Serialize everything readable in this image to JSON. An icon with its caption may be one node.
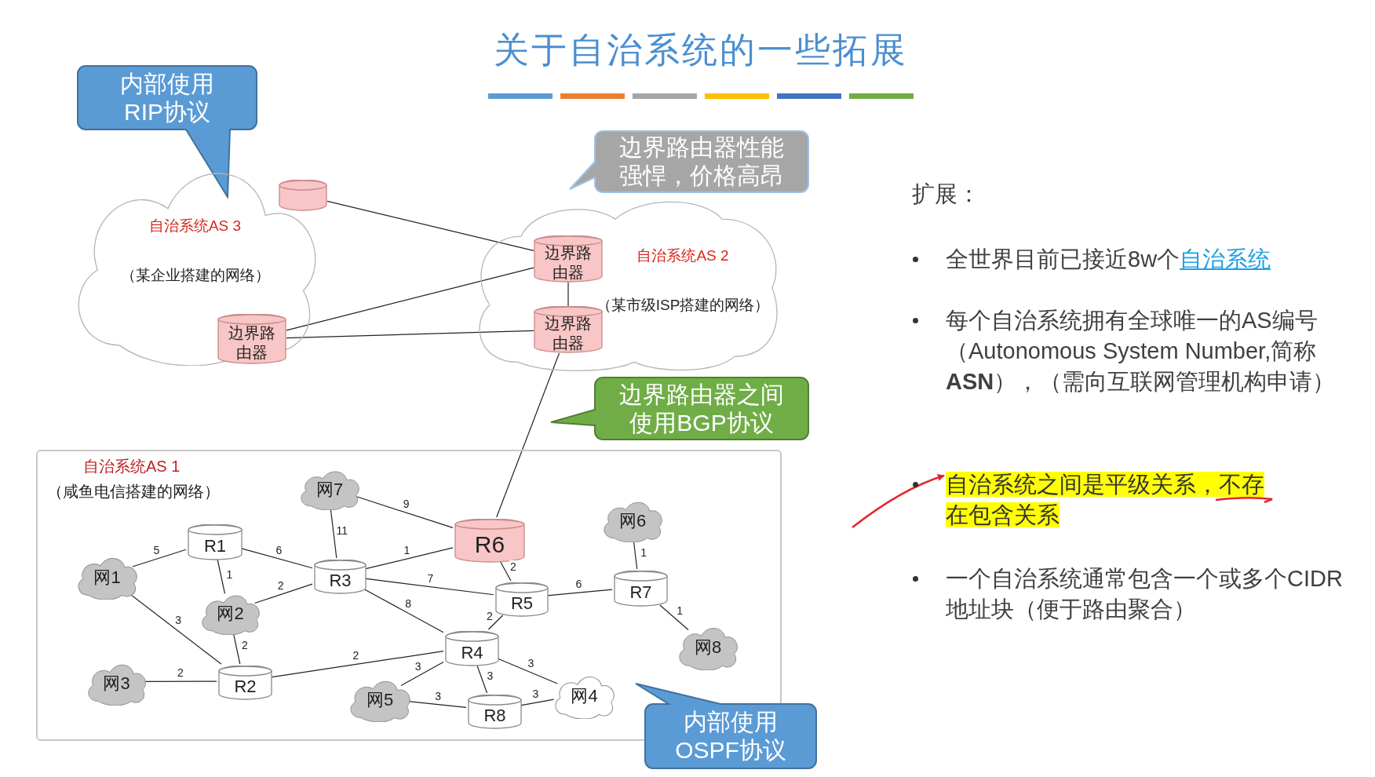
{
  "diagram": {
    "title": "关于自治系统的一些拓展",
    "nodes": [
      {
        "text": [
          "内部使用RIP协议"
        ]
      },
      {
        "text": [
          "自治系统AS 3",
          "（某企业搭建的网络）"
        ]
      },
      {
        "text": [],
        "shape": "cylinder",
        "in": 1
      },
      {
        "text": [
          "边界路由器"
        ],
        "in": 1
      },
      {
        "text": [
          "边界路由器性能强悍，价格高昂"
        ]
      },
      {
        "text": [
          "自治系统AS 2",
          "（某市级ISP搭建的网络）"
        ]
      },
      {
        "text": [
          "边界路由器"
        ],
        "in": 5
      },
      {
        "text": [
          "边界路由器"
        ],
        "in": 5
      },
      {
        "text": [
          "边界路由器之间使用BGP协议"
        ]
      },
      {
        "text": [
          "自治系统AS 1",
          "（咸鱼电信搭建的网络）"
        ]
      },
      {
        "text": [
          "网7"
        ],
        "in": 9
      },
      {
        "text": [
          "R6"
        ],
        "in": 9
      },
      {
        "text": [
          "网6"
        ],
        "in": 9
      },
      {
        "text": [
          "R1"
        ],
        "in": 9
      },
      {
        "text": [
          "网1"
        ],
        "in": 9
      },
      {
        "text": [
          "R3"
        ],
        "in": 9
      },
      {
        "text": [
          "R5"
        ],
        "in": 9
      },
      {
        "text": [
          "R7"
        ],
        "in": 9
      },
      {
        "text": [
          "网2"
        ],
        "in": 9
      },
      {
        "text": [
          "R4"
        ],
        "in": 9
      },
      {
        "text": [
          "网8"
        ],
        "in": 9
      },
      {
        "text": [
          "R2"
        ],
        "in": 9
      },
      {
        "text": [
          "网3"
        ],
        "in": 9
      },
      {
        "text": [
          "网5"
        ],
        "in": 9
      },
      {
        "text": [
          "网4"
        ],
        "in": 9
      },
      {
        "text": [
          "R8"
        ],
        "in": 9
      },
      {
        "text": [
          "内部使用OSPF协议"
        ]
      },
      {
        "text": [
          "自治系统之间是平级关系，不存在包含关系"
        ]
      }
    ],
    "edges": [
      {
        "from": 2,
        "to": 6,
        "arrow": "none"
      },
      {
        "from": 3,
        "to": 6,
        "arrow": "none"
      },
      {
        "from": 3,
        "to": 7,
        "arrow": "none"
      },
      {
        "from": 6,
        "to": 7,
        "arrow": "none"
      },
      {
        "from": 7,
        "to": 11,
        "arrow": "none"
      },
      {
        "from": 14,
        "to": 13,
        "arrow": "none",
        "label": "5"
      },
      {
        "from": 13,
        "to": 15,
        "arrow": "none",
        "label": "6"
      },
      {
        "from": 13,
        "to": 18,
        "arrow": "none",
        "label": "1"
      },
      {
        "from": 18,
        "to": 15,
        "arrow": "none",
        "label": "2"
      },
      {
        "from": 14,
        "to": 21,
        "arrow": "none",
        "label": "3"
      },
      {
        "from": 18,
        "to": 21,
        "arrow": "none",
        "label": "2"
      },
      {
        "from": 22,
        "to": 21,
        "arrow": "none",
        "label": "2"
      },
      {
        "from": 21,
        "to": 19,
        "arrow": "none",
        "label": "2"
      },
      {
        "from": 10,
        "to": 15,
        "arrow": "none",
        "label": "11"
      },
      {
        "from": 10,
        "to": 11,
        "arrow": "none",
        "label": "9"
      },
      {
        "from": 15,
        "to": 11,
        "arrow": "none",
        "label": "1"
      },
      {
        "from": 15,
        "to": 16,
        "arrow": "none",
        "label": "7"
      },
      {
        "from": 15,
        "to": 19,
        "arrow": "none",
        "label": "8"
      },
      {
        "from": 11,
        "to": 16,
        "arrow": "none",
        "label": "2"
      },
      {
        "from": 16,
        "to": 19,
        "arrow": "none",
        "label": "2"
      },
      {
        "from": 16,
        "to": 17,
        "arrow": "none",
        "label": "6"
      },
      {
        "from": 12,
        "to": 17,
        "arrow": "none",
        "label": "1"
      },
      {
        "from": 17,
        "to": 20,
        "arrow": "none",
        "label": "1"
      },
      {
        "from": 19,
        "to": 23,
        "arrow": "none",
        "label": "3"
      },
      {
        "from": 19,
        "to": 25,
        "arrow": "none",
        "label": "3"
      },
      {
        "from": 19,
        "to": 24,
        "arrow": "none",
        "label": "3"
      },
      {
        "from": 23,
        "to": 25,
        "arrow": "none",
        "label": "3"
      },
      {
        "from": 25,
        "to": 24,
        "arrow": "none",
        "label": "3"
      },
      {
        "from": null,
        "to": 27,
        "arrow": "to",
        "color": "#e3262b"
      }
    ],
    "labels": [
      "扩展：",
      "全世界目前已接近8w个",
      "自治系统",
      "每个自治系统拥有全球唯一的AS编号（Autonomous System Number,简称 **ASN**），（需向互联网管理机构申请）",
      "一个自治系统通常包含一个或多个CIDR地址块（便于路由聚合）"
    ]
  }
}
